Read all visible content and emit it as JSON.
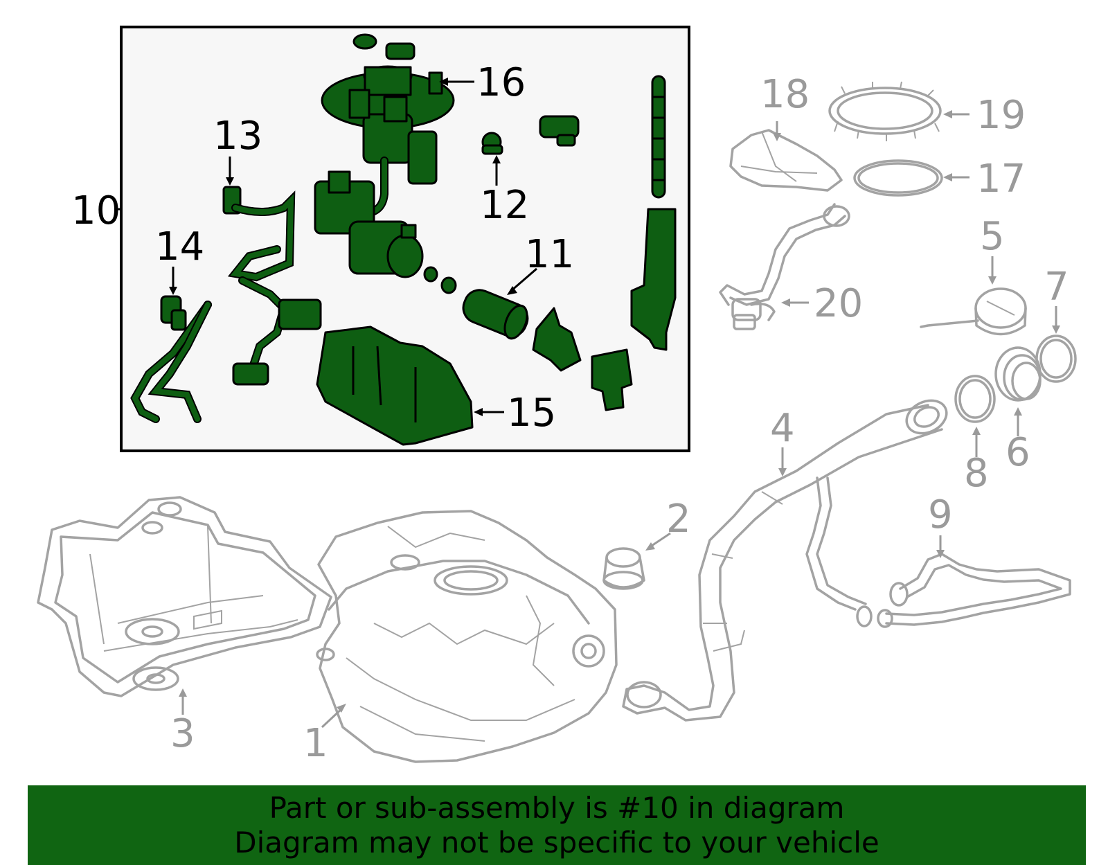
{
  "callouts": {
    "c1": "1",
    "c2": "2",
    "c3": "3",
    "c4": "4",
    "c5": "5",
    "c6": "6",
    "c7": "7",
    "c8": "8",
    "c9": "9",
    "c10": "10",
    "c11": "11",
    "c12": "12",
    "c13": "13",
    "c14": "14",
    "c15": "15",
    "c16": "16",
    "c17": "17",
    "c18": "18",
    "c19": "19",
    "c20": "20"
  },
  "banner": {
    "line1": "Part or sub-assembly is #10 in diagram",
    "line2": "Diagram may not be specific to your vehicle"
  },
  "colors": {
    "highlight_fill": "#0e5e12",
    "part_outline": "#a3a3a3",
    "banner_background": "#106512",
    "subassembly_panel": "#f7f7f7"
  }
}
